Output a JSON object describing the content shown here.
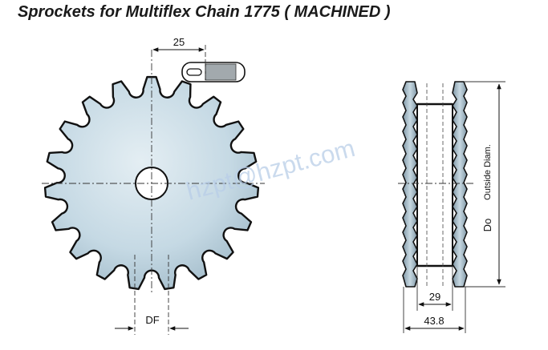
{
  "title": "Sprockets for Multiflex Chain 1775 ( MACHINED )",
  "dimensions": {
    "pitch": "25",
    "df": "DF",
    "hub_width": "29",
    "overall_width": "43.8",
    "do_label": "Do",
    "outside_diam_label": "Outside Diam."
  },
  "watermark": "hzpt@hzpt.com",
  "colors": {
    "sprocket_fill": "#c5d9e4",
    "outline": "#111111",
    "watermark": "#b9cee8"
  }
}
